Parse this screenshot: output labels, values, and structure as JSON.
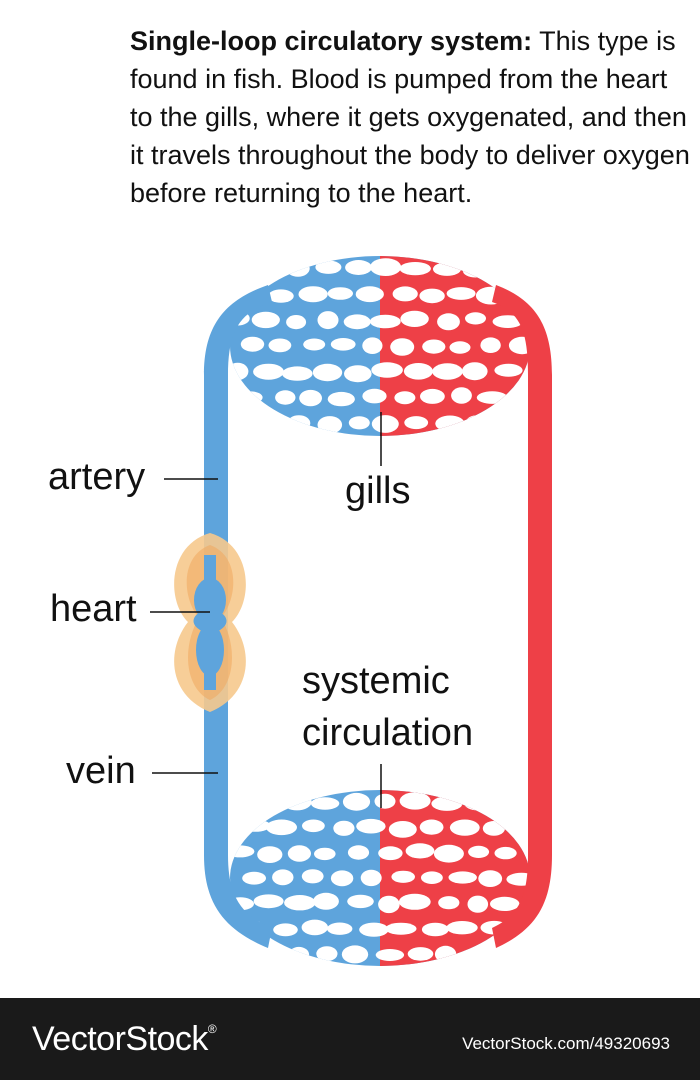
{
  "caption": {
    "title": "Single-loop circulatory system:",
    "body": "This type is found in fish. Blood is pumped from the heart to the gills, where it gets oxygenated, and then it travels throughout the body to deliver oxygen before returning to the heart."
  },
  "labels": {
    "artery": "artery",
    "gills": "gills",
    "heart": "heart",
    "systemic_line1": "systemic",
    "systemic_line2": "circulation",
    "vein": "vein"
  },
  "colors": {
    "deoxygenated": "#5ea4dc",
    "oxygenated": "#ee4047",
    "heart": "#f6c98d",
    "leader_line": "#111111"
  },
  "footer": {
    "logo": "VectorStock",
    "logo_mark": "®",
    "stock_id": "VectorStock.com/49320693"
  }
}
